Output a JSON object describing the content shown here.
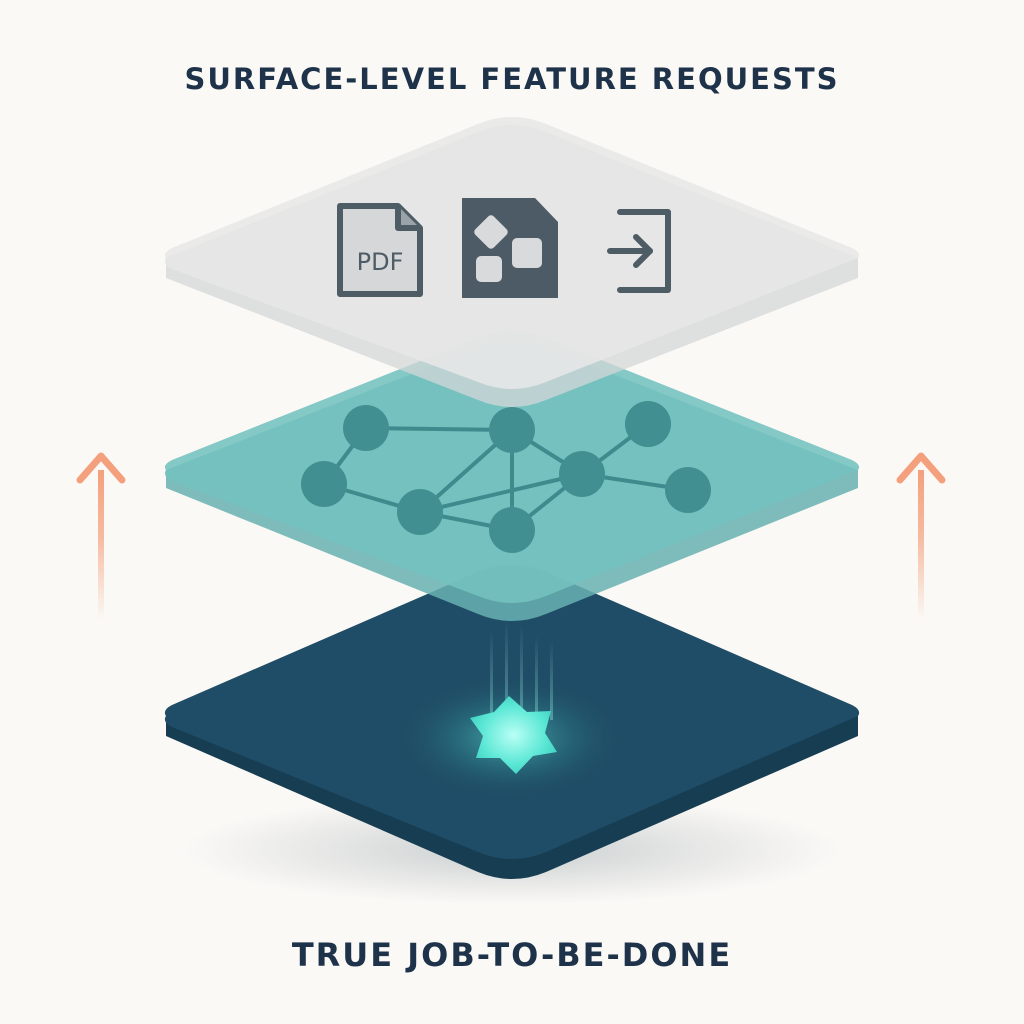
{
  "diagram": {
    "top_label": "SURFACE-LEVEL FEATURE REQUESTS",
    "bottom_label": "TRUE JOB-TO-BE-DONE",
    "layers": [
      {
        "id": "surface",
        "color": "#e6e6e6",
        "icons": [
          "pdf-file-icon",
          "shapes-file-icon",
          "export-arrow-icon"
        ],
        "pdf_icon_text": "PDF"
      },
      {
        "id": "middle",
        "color": "#6fbcbc",
        "content": "network-graph"
      },
      {
        "id": "core",
        "color": "#1d4a63",
        "content": "glowing-star"
      }
    ],
    "arrow_color": "#f4a07c"
  }
}
